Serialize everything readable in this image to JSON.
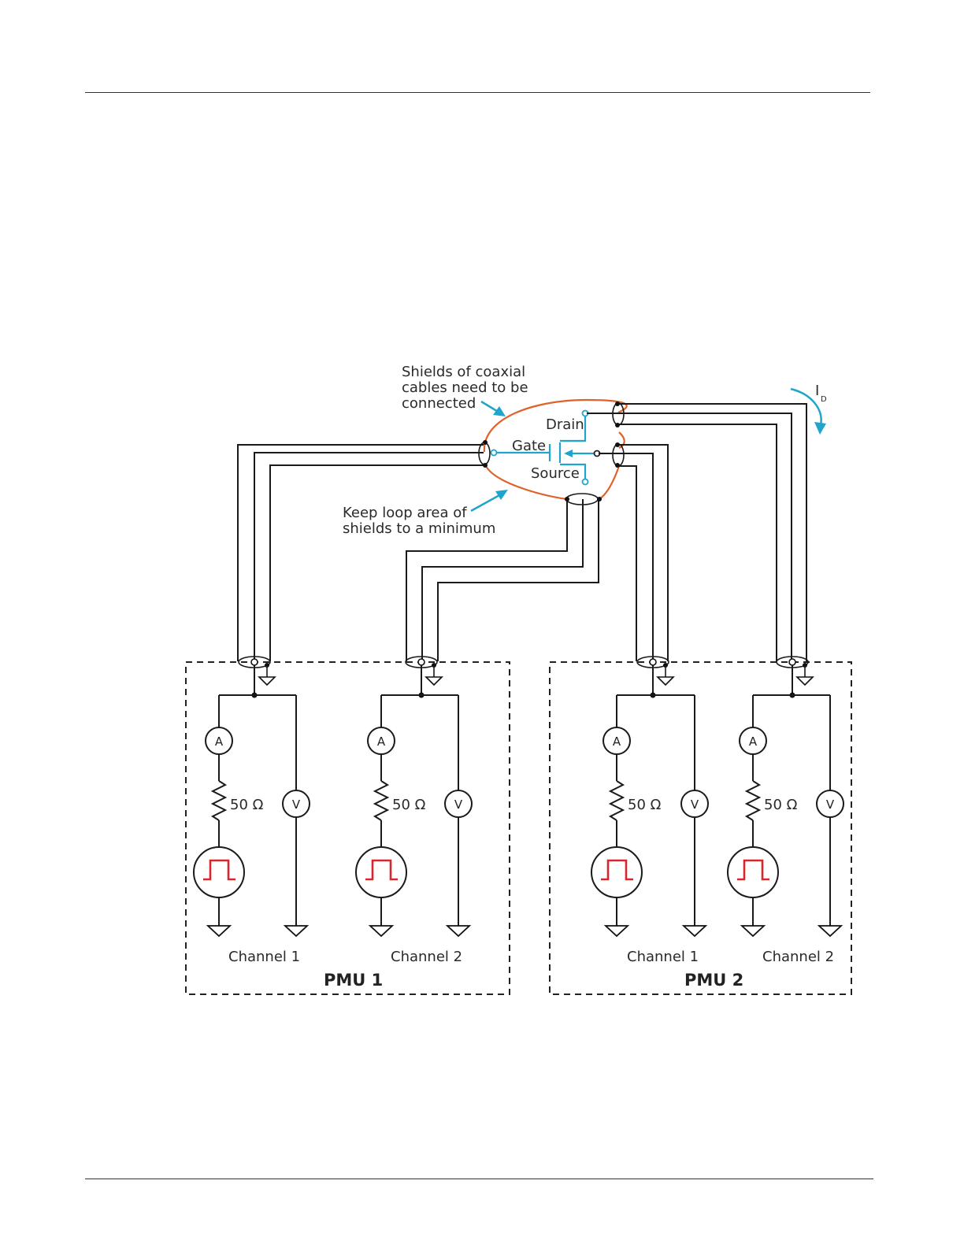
{
  "labels": {
    "shields_note": [
      "Shields of coaxial",
      "cables need to be",
      "connected"
    ],
    "loop_note": [
      "Keep loop area of",
      "shields to a minimum"
    ],
    "drain": "Drain",
    "gate": "Gate",
    "source": "Source",
    "id_main": "I",
    "id_sub": "D"
  },
  "pmu_units": [
    {
      "name": "PMU 1",
      "channels": [
        {
          "label": "Channel 1",
          "ammeter": "A",
          "voltmeter": "V",
          "resistor": "50 Ω"
        },
        {
          "label": "Channel 2",
          "ammeter": "A",
          "voltmeter": "V",
          "resistor": "50 Ω"
        }
      ]
    },
    {
      "name": "PMU 2",
      "channels": [
        {
          "label": "Channel 1",
          "ammeter": "A",
          "voltmeter": "V",
          "resistor": "50 Ω"
        },
        {
          "label": "Channel 2",
          "ammeter": "A",
          "voltmeter": "V",
          "resistor": "50 Ω"
        }
      ]
    }
  ],
  "colors": {
    "device": "#1fa5cc",
    "shield_loop": "#e0622b",
    "pulse": "#d8262c"
  }
}
